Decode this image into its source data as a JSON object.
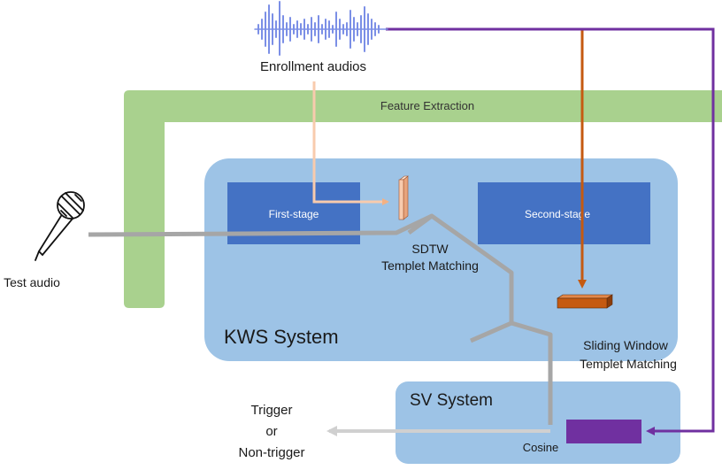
{
  "labels": {
    "enrollment": "Enrollment audios",
    "feature_extraction": "Feature Extraction",
    "first_stage": "First-stage",
    "second_stage": "Second-stage",
    "sdtw_line1": "SDTW",
    "sdtw_line2": "Templet Matching",
    "kws_system": "KWS System",
    "sliding_line1": "Sliding Window",
    "sliding_line2": "Templet Matching",
    "sv_system": "SV System",
    "cosine": "Cosine",
    "test_audio": "Test audio",
    "trigger": "Trigger",
    "or": "or",
    "non_trigger": "Non-trigger"
  },
  "icons": {
    "waveform": "waveform-icon",
    "microphone": "microphone-icon"
  },
  "colors": {
    "feature_band": "#a9d18e",
    "kws_panel": "#9dc3e6",
    "stage_box": "#4472c4",
    "waveform": "#7b8fe6",
    "purple_path": "#7030a0",
    "orange_path": "#c55a11",
    "peach_path": "#f8cbad",
    "gray_path": "#a6a6a6"
  }
}
